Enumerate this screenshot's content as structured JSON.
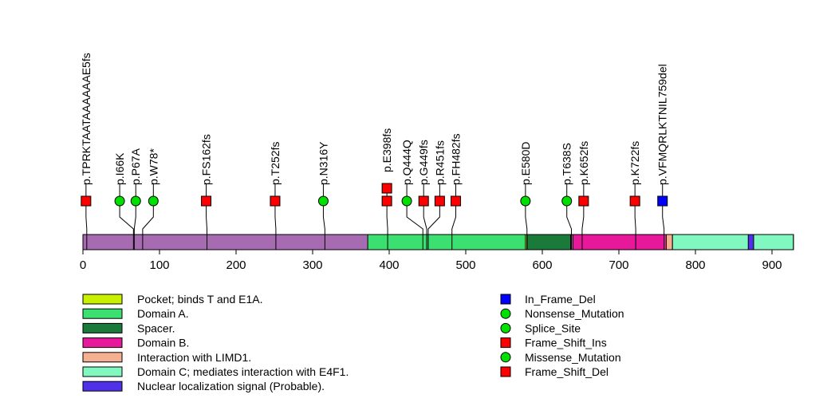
{
  "protein": {
    "length": 928,
    "base_color": "#a66bb0"
  },
  "axis": {
    "ticks": [
      0,
      100,
      200,
      300,
      400,
      500,
      600,
      700,
      800,
      900
    ]
  },
  "domains": [
    {
      "name": "Domain A.",
      "start": 372,
      "end": 579,
      "color": "#3ce070"
    },
    {
      "name": "Pocket; binds T and E1A.",
      "start": 578,
      "end": 580,
      "color": "#c8f000"
    },
    {
      "name": "Spacer.",
      "start": 580,
      "end": 637,
      "color": "#1a7a3a"
    },
    {
      "name": "Domain B.",
      "start": 640,
      "end": 762,
      "color": "#e8189a"
    },
    {
      "name": "Interaction with LIMD1.",
      "start": 762,
      "end": 770,
      "color": "#f4b090"
    },
    {
      "name": "Domain C; mediates interaction with E4F1.",
      "start": 770,
      "end": 928,
      "color": "#80f8c0"
    },
    {
      "name": "Nuclear localization signal (Probable).",
      "start": 869,
      "end": 876,
      "color": "#5030e8"
    }
  ],
  "mutations": [
    {
      "label": "p.TPRKTAATAAAAAAE5fs",
      "pos": 5,
      "type": "Frame_Shift_Del",
      "count": 1,
      "head": 4
    },
    {
      "label": "p.I66K",
      "pos": 66,
      "type": "Missense_Mutation",
      "count": 1,
      "head": 48
    },
    {
      "label": "p.P67A",
      "pos": 67,
      "type": "Missense_Mutation",
      "count": 1,
      "head": 69
    },
    {
      "label": "p.W78*",
      "pos": 78,
      "type": "Nonsense_Mutation",
      "count": 1,
      "head": 92
    },
    {
      "label": "p.FS162fs",
      "pos": 162,
      "type": "Frame_Shift_Del",
      "count": 1,
      "head": 161
    },
    {
      "label": "p.T252fs",
      "pos": 252,
      "type": "Frame_Shift_Del",
      "count": 1,
      "head": 251
    },
    {
      "label": "p.N316Y",
      "pos": 316,
      "type": "Missense_Mutation",
      "count": 1,
      "head": 314
    },
    {
      "label": "p.E398fs",
      "pos": 398,
      "type": "Frame_Shift_Del",
      "count": 2,
      "head": 397
    },
    {
      "label": "p.Q444Q",
      "pos": 444,
      "type": "Splice_Site",
      "count": 1,
      "head": 423
    },
    {
      "label": "p.G449fs",
      "pos": 449,
      "type": "Frame_Shift_Del",
      "count": 1,
      "head": 445
    },
    {
      "label": "p.R451fs",
      "pos": 451,
      "type": "Frame_Shift_Ins",
      "count": 1,
      "head": 466
    },
    {
      "label": "p.FH482fs",
      "pos": 482,
      "type": "Frame_Shift_Del",
      "count": 1,
      "head": 487
    },
    {
      "label": "p.E580D",
      "pos": 580,
      "type": "Missense_Mutation",
      "count": 1,
      "head": 578
    },
    {
      "label": "p.T638S",
      "pos": 638,
      "type": "Missense_Mutation",
      "count": 1,
      "head": 632
    },
    {
      "label": "p.K652fs",
      "pos": 652,
      "type": "Frame_Shift_Del",
      "count": 1,
      "head": 654
    },
    {
      "label": "p.K722fs",
      "pos": 722,
      "type": "Frame_Shift_Del",
      "count": 1,
      "head": 721
    },
    {
      "label": "p.VFMQRLKTNIL759del",
      "pos": 759,
      "type": "In_Frame_Del",
      "count": 1,
      "head": 757
    }
  ],
  "legend_domains": [
    {
      "label": "Pocket; binds T and E1A.",
      "color": "#c8f000"
    },
    {
      "label": "Domain A.",
      "color": "#3ce070"
    },
    {
      "label": "Spacer.",
      "color": "#1a7a3a"
    },
    {
      "label": "Domain B.",
      "color": "#e8189a"
    },
    {
      "label": "Interaction with LIMD1.",
      "color": "#f4b090"
    },
    {
      "label": "Domain C; mediates interaction with E4F1.",
      "color": "#80f8c0"
    },
    {
      "label": "Nuclear localization signal (Probable).",
      "color": "#5030e8"
    }
  ],
  "legend_types": [
    {
      "label": "In_Frame_Del",
      "shape": "square",
      "color": "#0000ff"
    },
    {
      "label": "Nonsense_Mutation",
      "shape": "circle",
      "color": "#00e000"
    },
    {
      "label": "Splice_Site",
      "shape": "circle",
      "color": "#00e000"
    },
    {
      "label": "Frame_Shift_Ins",
      "shape": "square",
      "color": "#ff0000"
    },
    {
      "label": "Missense_Mutation",
      "shape": "circle",
      "color": "#00e000"
    },
    {
      "label": "Frame_Shift_Del",
      "shape": "square",
      "color": "#ff0000"
    }
  ]
}
